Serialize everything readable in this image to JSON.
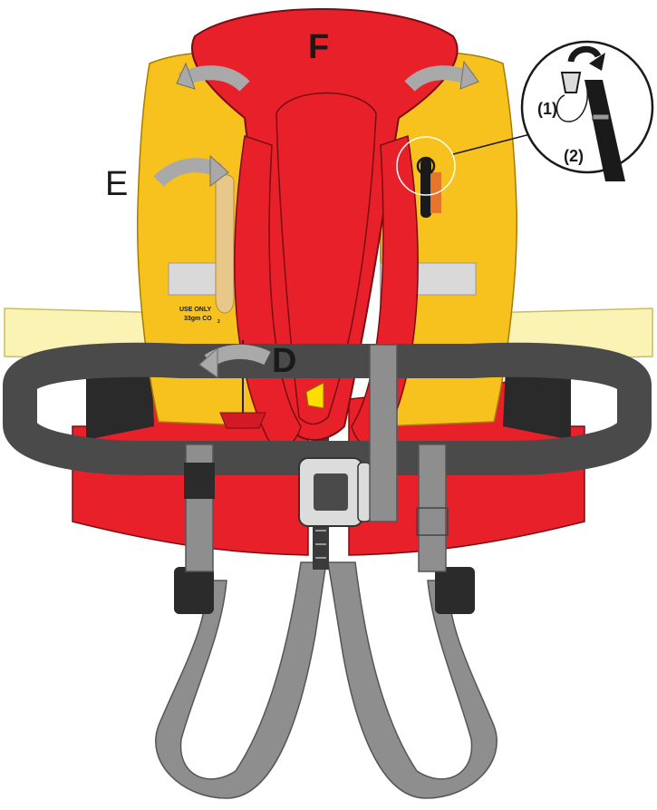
{
  "labels": {
    "f": "F",
    "e": "E",
    "d": "D",
    "step_1": "(1)",
    "step_2": "(2)"
  },
  "bladder_text": {
    "use_only": "USE ONLY",
    "cylinder": "33gm CO",
    "cylinder_sub": "2"
  },
  "colors": {
    "yellow_bladder": "#f7c21e",
    "red_collar": "#e8202a",
    "dark_strap": "#4a4a4a",
    "grey_strap": "#8e8e8e",
    "reflective_tape": "#d9d9d9",
    "waist_tape": "#fbf3b4",
    "arrow_grey": "#a9a9a9",
    "black_mesh": "#2a2a2a",
    "toggle_yellow": "#ffdd00"
  }
}
